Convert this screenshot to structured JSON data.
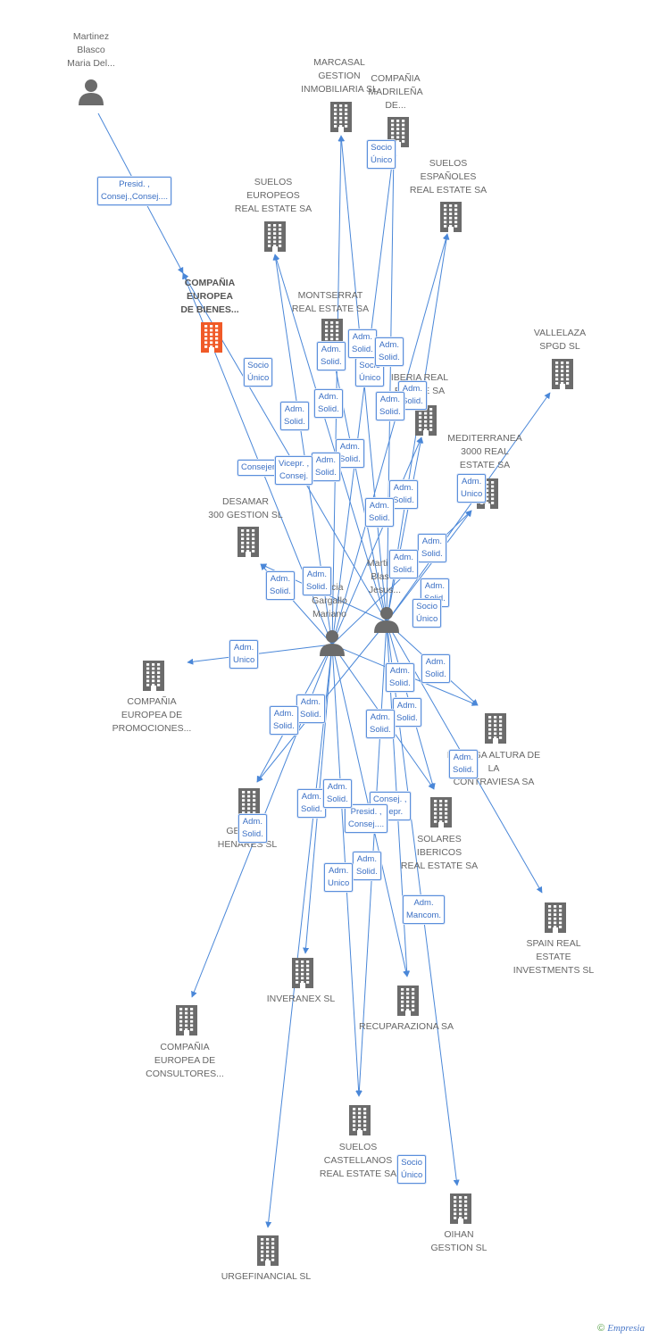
{
  "colors": {
    "edge": "#4a87d8",
    "company": "#6b6b6b",
    "focus_company": "#f05a28",
    "person": "#6b6b6b",
    "label": "#666666",
    "relation_border": "#5b8fdc",
    "relation_text": "#3a6fc4"
  },
  "nodes": [
    {
      "id": "martinez_blasco_maria",
      "kind": "person",
      "lines": [
        "Martinez",
        "Blasco",
        "Maria Del..."
      ]
    },
    {
      "id": "marcasal",
      "kind": "company",
      "lines": [
        "MARCASAL",
        "GESTION",
        "INMOBILIARIA SL"
      ]
    },
    {
      "id": "compania_madrilena",
      "kind": "company",
      "lines": [
        "COMPAÑIA",
        "MADRILEÑA",
        "DE..."
      ]
    },
    {
      "id": "suelos_espanoles",
      "kind": "company",
      "lines": [
        "SUELOS",
        "ESPAÑOLES",
        "REAL ESTATE SA"
      ]
    },
    {
      "id": "suelos_europeos",
      "kind": "company",
      "lines": [
        "SUELOS",
        "EUROPEOS",
        "REAL ESTATE SA"
      ]
    },
    {
      "id": "compania_europea_bienes",
      "kind": "focus",
      "lines": [
        "COMPAÑIA",
        "EUROPEA",
        "DE BIENES..."
      ]
    },
    {
      "id": "montserrat",
      "kind": "company",
      "lines": [
        "MONTSERRAT",
        "REAL ESTATE SA"
      ]
    },
    {
      "id": "vallelaza",
      "kind": "company",
      "lines": [
        "VALLELAZA",
        "SPGD SL"
      ]
    },
    {
      "id": "iberia_real",
      "kind": "company",
      "lines": [
        "IBERIA REAL",
        "ESTATE SA"
      ]
    },
    {
      "id": "mediterranea",
      "kind": "company",
      "lines": [
        "MEDITERRANEA",
        "3000 REAL",
        "ESTATE SA"
      ]
    },
    {
      "id": "desamar",
      "kind": "company",
      "lines": [
        "DESAMAR",
        "300 GESTION  SL"
      ]
    },
    {
      "id": "martinez_blasco_jesus",
      "kind": "person",
      "lines": [
        "Martinez",
        "Blasco",
        "Jesus..."
      ]
    },
    {
      "id": "gargallo_mariano",
      "kind": "person",
      "lines": [
        "Garcia",
        "Gargallo",
        "Mariano"
      ]
    },
    {
      "id": "compania_europea_promociones",
      "kind": "company",
      "lines": [
        "COMPAÑIA",
        "EUROPEA DE",
        "PROMOCIONES..."
      ]
    },
    {
      "id": "contraviesa",
      "kind": "company",
      "lines": [
        "BODEGA ALTURA DE",
        "LA",
        "CONTRAVIESA SA"
      ]
    },
    {
      "id": "henares",
      "kind": "company",
      "lines": [
        "GESTION",
        "HENARES SL"
      ]
    },
    {
      "id": "solares_ibericos",
      "kind": "company",
      "lines": [
        "SOLARES",
        "IBERICOS",
        "REAL ESTATE SA"
      ]
    },
    {
      "id": "spain_real_estate",
      "kind": "company",
      "lines": [
        "SPAIN REAL",
        "ESTATE",
        "INVESTMENTS SL"
      ]
    },
    {
      "id": "inveranex",
      "kind": "company",
      "lines": [
        "INVERANEX SL"
      ]
    },
    {
      "id": "recuparaziona",
      "kind": "company",
      "lines": [
        "RECUPARAZIONA SA"
      ]
    },
    {
      "id": "compania_europea_consultores",
      "kind": "company",
      "lines": [
        "COMPAÑIA",
        "EUROPEA DE",
        "CONSULTORES..."
      ]
    },
    {
      "id": "suelos_castellanos",
      "kind": "company",
      "lines": [
        "SUELOS",
        "CASTELLANOS",
        "REAL ESTATE SA"
      ]
    },
    {
      "id": "oihan",
      "kind": "company",
      "lines": [
        "OIHAN",
        "GESTION SL"
      ]
    },
    {
      "id": "urgefinancial",
      "kind": "company",
      "lines": [
        "URGEFINANCIAL SL"
      ]
    }
  ],
  "relations": [
    {
      "id": "r01",
      "lines": [
        "Presid. ,",
        "Consej.,Consej...."
      ]
    },
    {
      "id": "r02",
      "lines": [
        "Socio",
        "Único"
      ]
    },
    {
      "id": "r03",
      "lines": [
        "Adm.",
        "Solid."
      ]
    },
    {
      "id": "r04",
      "lines": [
        "Adm.",
        "Solid."
      ]
    },
    {
      "id": "r05",
      "lines": [
        "Adm.",
        "Solid."
      ]
    },
    {
      "id": "r06",
      "lines": [
        "Socio",
        "Único"
      ]
    },
    {
      "id": "r07",
      "lines": [
        "Adm.",
        "Solid."
      ]
    },
    {
      "id": "r08",
      "lines": [
        "Adm.",
        "Solid."
      ]
    },
    {
      "id": "r09",
      "lines": [
        "Socio",
        "Único"
      ]
    },
    {
      "id": "r10",
      "lines": [
        "Adm.",
        "Solid."
      ]
    },
    {
      "id": "r11",
      "lines": [
        "Adm.",
        "Solid."
      ]
    },
    {
      "id": "r12",
      "lines": [
        "Adm.",
        "Solid."
      ]
    },
    {
      "id": "r13",
      "lines": [
        "Adm.",
        "Solid."
      ]
    },
    {
      "id": "r14",
      "lines": [
        "Consejero"
      ]
    },
    {
      "id": "r15",
      "lines": [
        "Vicepr. ,",
        "Consej."
      ]
    },
    {
      "id": "r16",
      "lines": [
        "Adm.",
        "Solid."
      ]
    },
    {
      "id": "r17",
      "lines": [
        "Adm.",
        "Solid."
      ]
    },
    {
      "id": "r18",
      "lines": [
        "Adm.",
        "Unico"
      ]
    },
    {
      "id": "r19",
      "lines": [
        "Adm.",
        "Solid."
      ]
    },
    {
      "id": "r20",
      "lines": [
        "Adm.",
        "Solid."
      ]
    },
    {
      "id": "r21",
      "lines": [
        "Adm.",
        "Solid."
      ]
    },
    {
      "id": "r22",
      "lines": [
        "Adm.",
        "Solid."
      ]
    },
    {
      "id": "r23",
      "lines": [
        "Adm.",
        "Solid."
      ]
    },
    {
      "id": "r24",
      "lines": [
        "Socio",
        "Único"
      ]
    },
    {
      "id": "r25",
      "lines": [
        "Adm.",
        "Unico"
      ]
    },
    {
      "id": "r26",
      "lines": [
        "Adm.",
        "Solid."
      ]
    },
    {
      "id": "r27",
      "lines": [
        "Adm.",
        "Solid."
      ]
    },
    {
      "id": "r28",
      "lines": [
        "Adm.",
        "Solid."
      ]
    },
    {
      "id": "r29",
      "lines": [
        "Adm.",
        "Solid."
      ]
    },
    {
      "id": "r30",
      "lines": [
        "Adm.",
        "Solid."
      ]
    },
    {
      "id": "r31",
      "lines": [
        "Adm.",
        "Solid."
      ]
    },
    {
      "id": "r32",
      "lines": [
        "Adm.",
        "Solid."
      ]
    },
    {
      "id": "r33",
      "lines": [
        "Adm.",
        "Solid."
      ]
    },
    {
      "id": "r34",
      "lines": [
        "Consej. ,",
        "Vicepr."
      ]
    },
    {
      "id": "r35",
      "lines": [
        "Presid. ,",
        "Consej...."
      ]
    },
    {
      "id": "r36",
      "lines": [
        "Adm.",
        "Solid."
      ]
    },
    {
      "id": "r37",
      "lines": [
        "Adm.",
        "Solid."
      ]
    },
    {
      "id": "r38",
      "lines": [
        "Adm.",
        "Solid."
      ]
    },
    {
      "id": "r39",
      "lines": [
        "Adm.",
        "Unico"
      ]
    },
    {
      "id": "r40",
      "lines": [
        "Adm.",
        "Mancom."
      ]
    },
    {
      "id": "r41",
      "lines": [
        "Socio",
        "Único"
      ]
    }
  ],
  "edges": [
    [
      "martinez_blasco_maria",
      "compania_europea_bienes"
    ],
    [
      "gargallo_mariano",
      "marcasal"
    ],
    [
      "gargallo_mariano",
      "compania_madrilena"
    ],
    [
      "gargallo_mariano",
      "suelos_espanoles"
    ],
    [
      "gargallo_mariano",
      "suelos_europeos"
    ],
    [
      "gargallo_mariano",
      "compania_europea_bienes"
    ],
    [
      "gargallo_mariano",
      "desamar"
    ],
    [
      "gargallo_mariano",
      "iberia_real"
    ],
    [
      "gargallo_mariano",
      "mediterranea"
    ],
    [
      "gargallo_mariano",
      "compania_europea_promociones"
    ],
    [
      "gargallo_mariano",
      "henares"
    ],
    [
      "gargallo_mariano",
      "solares_ibericos"
    ],
    [
      "gargallo_mariano",
      "recuparaziona"
    ],
    [
      "gargallo_mariano",
      "inveranex"
    ],
    [
      "gargallo_mariano",
      "compania_europea_consultores"
    ],
    [
      "gargallo_mariano",
      "suelos_castellanos"
    ],
    [
      "gargallo_mariano",
      "urgefinancial"
    ],
    [
      "gargallo_mariano",
      "contraviesa"
    ],
    [
      "martinez_blasco_jesus",
      "marcasal"
    ],
    [
      "martinez_blasco_jesus",
      "compania_madrilena"
    ],
    [
      "martinez_blasco_jesus",
      "suelos_espanoles"
    ],
    [
      "martinez_blasco_jesus",
      "suelos_europeos"
    ],
    [
      "martinez_blasco_jesus",
      "compania_europea_bienes"
    ],
    [
      "martinez_blasco_jesus",
      "montserrat"
    ],
    [
      "martinez_blasco_jesus",
      "vallelaza"
    ],
    [
      "martinez_blasco_jesus",
      "iberia_real"
    ],
    [
      "martinez_blasco_jesus",
      "mediterranea"
    ],
    [
      "martinez_blasco_jesus",
      "desamar"
    ],
    [
      "martinez_blasco_jesus",
      "contraviesa"
    ],
    [
      "martinez_blasco_jesus",
      "solares_ibericos"
    ],
    [
      "martinez_blasco_jesus",
      "spain_real_estate"
    ],
    [
      "martinez_blasco_jesus",
      "henares"
    ],
    [
      "martinez_blasco_jesus",
      "recuparaziona"
    ],
    [
      "martinez_blasco_jesus",
      "suelos_castellanos"
    ],
    [
      "martinez_blasco_jesus",
      "oihan"
    ]
  ],
  "watermark": {
    "symbol": "©",
    "brand": "Empresia"
  }
}
